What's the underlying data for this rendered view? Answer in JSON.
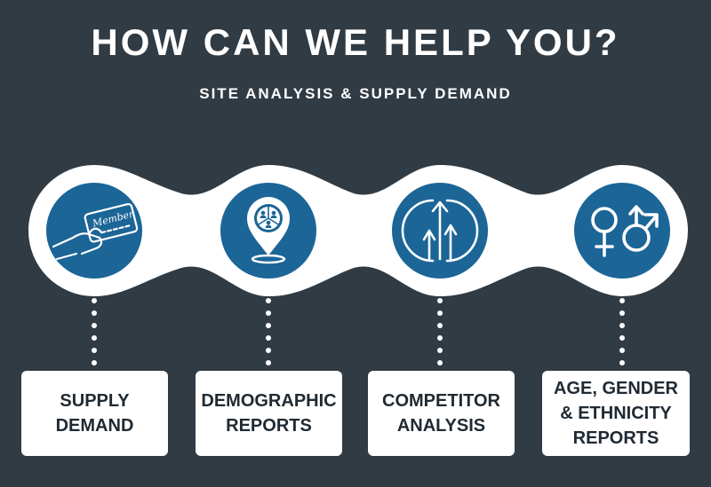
{
  "header": {
    "title": "HOW CAN WE HELP YOU?",
    "subtitle": "SITE ANALYSIS & SUPPLY DEMAND"
  },
  "colors": {
    "background": "#303b44",
    "band": "#ffffff",
    "icon_circle": "#1c6597"
  },
  "services": [
    {
      "icon": "member-card-icon",
      "label_lines": [
        "SUPPLY",
        "DEMAND"
      ]
    },
    {
      "icon": "location-pin-people-icon",
      "label_lines": [
        "DEMOGRAPHIC",
        "REPORTS"
      ]
    },
    {
      "icon": "arrows-up-circle-icon",
      "label_lines": [
        "COMPETITOR",
        "ANALYSIS"
      ]
    },
    {
      "icon": "gender-symbols-icon",
      "label_lines": [
        "AGE, GENDER",
        "& ETHNICITY",
        "REPORTS"
      ]
    }
  ]
}
